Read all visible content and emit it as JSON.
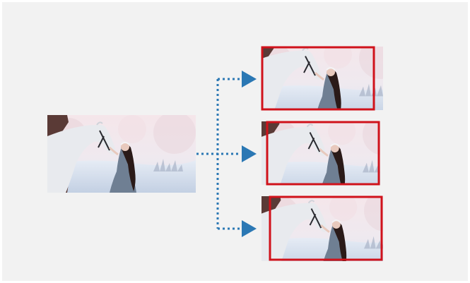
{
  "source_image": {
    "subject": "woman-with-white-horse-winter-photo"
  },
  "crops": [
    {
      "id": "crop-top",
      "highlight": "red-frame"
    },
    {
      "id": "crop-middle",
      "highlight": "red-frame"
    },
    {
      "id": "crop-bottom",
      "highlight": "red-frame"
    }
  ],
  "colors": {
    "canvas": "#f2f2f2",
    "arrow": "#2b78b4",
    "crop_frame": "#d0121b",
    "snow_light": "#f4eef0",
    "snow_blue": "#c8d4e6",
    "horse": "#e8eaee",
    "dress": "#6f7f93",
    "hair": "#2a1a18",
    "trunk": "#5a3a36"
  },
  "icons": {
    "connector": "dotted-branch-arrow-icon"
  }
}
